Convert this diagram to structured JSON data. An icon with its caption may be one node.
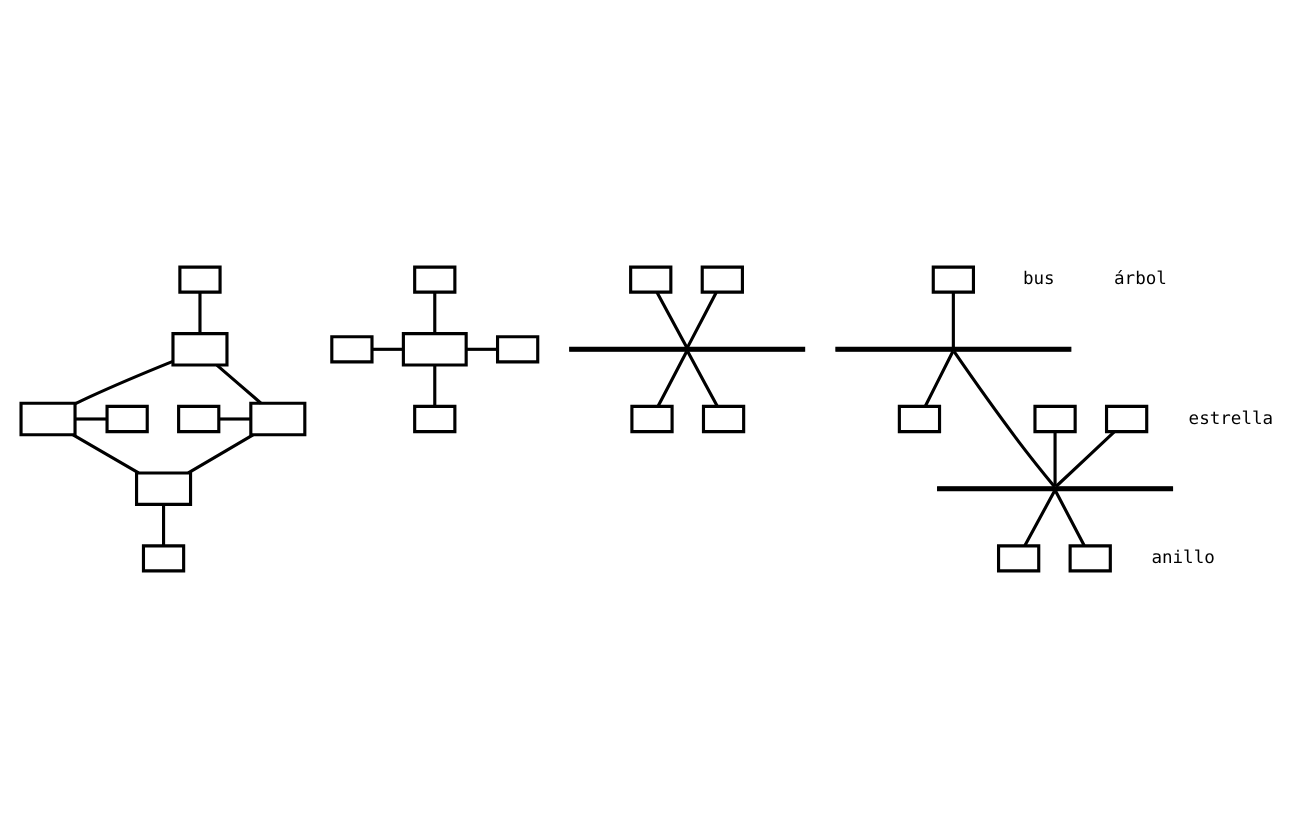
{
  "diagram": {
    "nodes": [
      {
        "text": [],
        "shape": "box"
      },
      {
        "text": [],
        "shape": "box"
      },
      {
        "text": [],
        "shape": "box"
      },
      {
        "text": [],
        "shape": "box"
      },
      {
        "text": [],
        "shape": "box"
      },
      {
        "text": [],
        "shape": "box"
      },
      {
        "text": [],
        "shape": "box"
      },
      {
        "text": [],
        "shape": "box"
      },
      {
        "text": [],
        "shape": "box"
      },
      {
        "text": [],
        "shape": "box"
      },
      {
        "text": [],
        "shape": "box"
      },
      {
        "text": [],
        "shape": "box"
      },
      {
        "text": [],
        "shape": "box"
      },
      {
        "text": [],
        "shape": "box"
      },
      {
        "text": [],
        "shape": "box"
      },
      {
        "text": [],
        "shape": "bar"
      },
      {
        "text": [],
        "shape": "box"
      },
      {
        "text": [],
        "shape": "box"
      },
      {
        "text": [],
        "shape": "box"
      },
      {
        "text": [],
        "shape": "bar"
      },
      {
        "text": [],
        "shape": "box"
      },
      {
        "text": [],
        "shape": "box"
      },
      {
        "text": [],
        "shape": "box"
      },
      {
        "text": [],
        "shape": "bar"
      },
      {
        "text": [],
        "shape": "box"
      },
      {
        "text": [],
        "shape": "box"
      }
    ],
    "edges": [
      {
        "from": 0,
        "to": 1,
        "arrow": "none"
      },
      {
        "from": 1,
        "to": 3,
        "arrow": "none"
      },
      {
        "from": 1,
        "to": 4,
        "arrow": "none"
      },
      {
        "from": 2,
        "to": 3,
        "arrow": "none"
      },
      {
        "from": 4,
        "to": 5,
        "arrow": "none"
      },
      {
        "from": 3,
        "to": 6,
        "arrow": "none"
      },
      {
        "from": 4,
        "to": 6,
        "arrow": "none"
      },
      {
        "from": 6,
        "to": 7,
        "arrow": "none"
      },
      {
        "from": 8,
        "to": 10,
        "arrow": "none"
      },
      {
        "from": 9,
        "to": 10,
        "arrow": "none"
      },
      {
        "from": 10,
        "to": 11,
        "arrow": "none"
      },
      {
        "from": 10,
        "to": 12,
        "arrow": "none"
      },
      {
        "from": 13,
        "to": 15,
        "arrow": "none"
      },
      {
        "from": 14,
        "to": 15,
        "arrow": "none"
      },
      {
        "from": 15,
        "to": 16,
        "arrow": "none"
      },
      {
        "from": 15,
        "to": 17,
        "arrow": "none"
      },
      {
        "from": 18,
        "to": 19,
        "arrow": "none"
      },
      {
        "from": 19,
        "to": 22,
        "arrow": "none"
      },
      {
        "from": 19,
        "to": 23,
        "arrow": "none"
      },
      {
        "from": 20,
        "to": 23,
        "arrow": "none"
      },
      {
        "from": 21,
        "to": 23,
        "arrow": "none"
      },
      {
        "from": 23,
        "to": 24,
        "arrow": "none"
      },
      {
        "from": 23,
        "to": 25,
        "arrow": "none"
      }
    ],
    "labels": [
      "anillo",
      "estrella",
      "bus",
      "árbol"
    ]
  }
}
